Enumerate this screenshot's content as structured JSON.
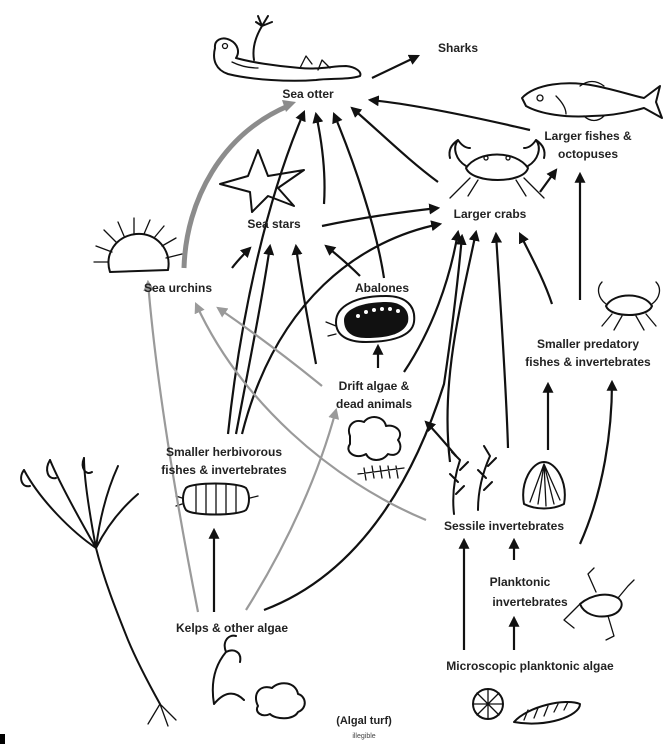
{
  "diagram": {
    "nodes": {
      "sharks": "Sharks",
      "sea_otter": "Sea otter",
      "larger_fishes": [
        "Larger fishes &",
        "octopuses"
      ],
      "sea_stars": "Sea stars",
      "larger_crabs": "Larger crabs",
      "sea_urchins": "Sea urchins",
      "abalones": "Abalones",
      "smaller_predatory": [
        "Smaller predatory",
        "fishes & invertebrates"
      ],
      "drift_algae": [
        "Drift algae &",
        "dead animals"
      ],
      "smaller_herbivorous": [
        "Smaller herbivorous",
        "fishes & invertebrates"
      ],
      "sessile": "Sessile invertebrates",
      "planktonic_inv": [
        "Planktonic",
        "invertebrates"
      ],
      "kelps": "Kelps & other algae",
      "microscopic": "Microscopic planktonic algae",
      "algal_turf": "(Algal turf)",
      "algal_turf_sub": "illegible"
    },
    "arrow_colors": {
      "direct": "#111111",
      "indirect": "#9a9a9a"
    }
  }
}
